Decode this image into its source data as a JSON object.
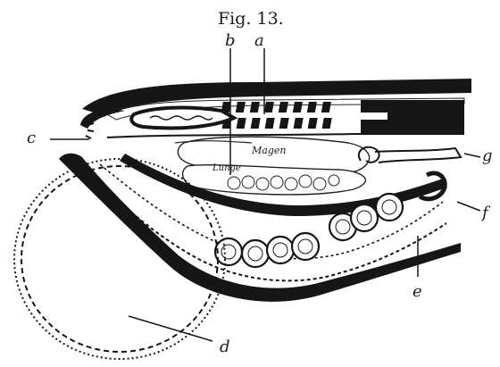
{
  "figure": {
    "title": "Fig. 13.",
    "labels": {
      "a": "a",
      "b": "b",
      "c": "c",
      "d": "d",
      "e": "e",
      "f": "f",
      "g": "g"
    },
    "inner_labels": {
      "stomach": "Magen",
      "lung": "Lunge"
    }
  }
}
